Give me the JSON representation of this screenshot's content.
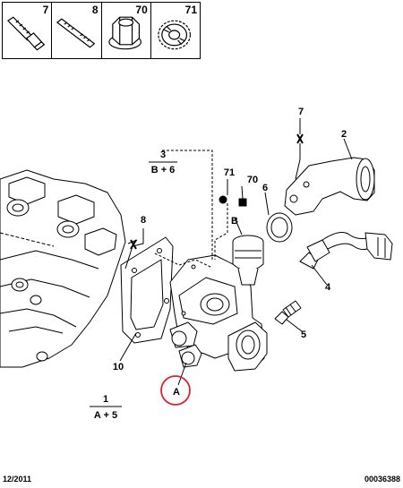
{
  "legend": [
    {
      "num": "7",
      "icon": "bolt-icon"
    },
    {
      "num": "8",
      "icon": "stud-icon"
    },
    {
      "num": "70",
      "icon": "flange-nut-icon"
    },
    {
      "num": "71",
      "icon": "serrated-washer-icon"
    }
  ],
  "callouts": {
    "c1": "1",
    "c1_sub": "A + 5",
    "c2": "2",
    "c3": "3",
    "c3_sub": "B + 6",
    "c4": "4",
    "c5": "5",
    "c6": "6",
    "c7": "7",
    "c8": "8",
    "c10": "10",
    "c70": "70",
    "c71": "71",
    "cA": "A",
    "cB": "B"
  },
  "footer": {
    "date": "12/2011",
    "ref": "00036388"
  },
  "colors": {
    "line": "#000000",
    "highlight": "#d9262c"
  }
}
